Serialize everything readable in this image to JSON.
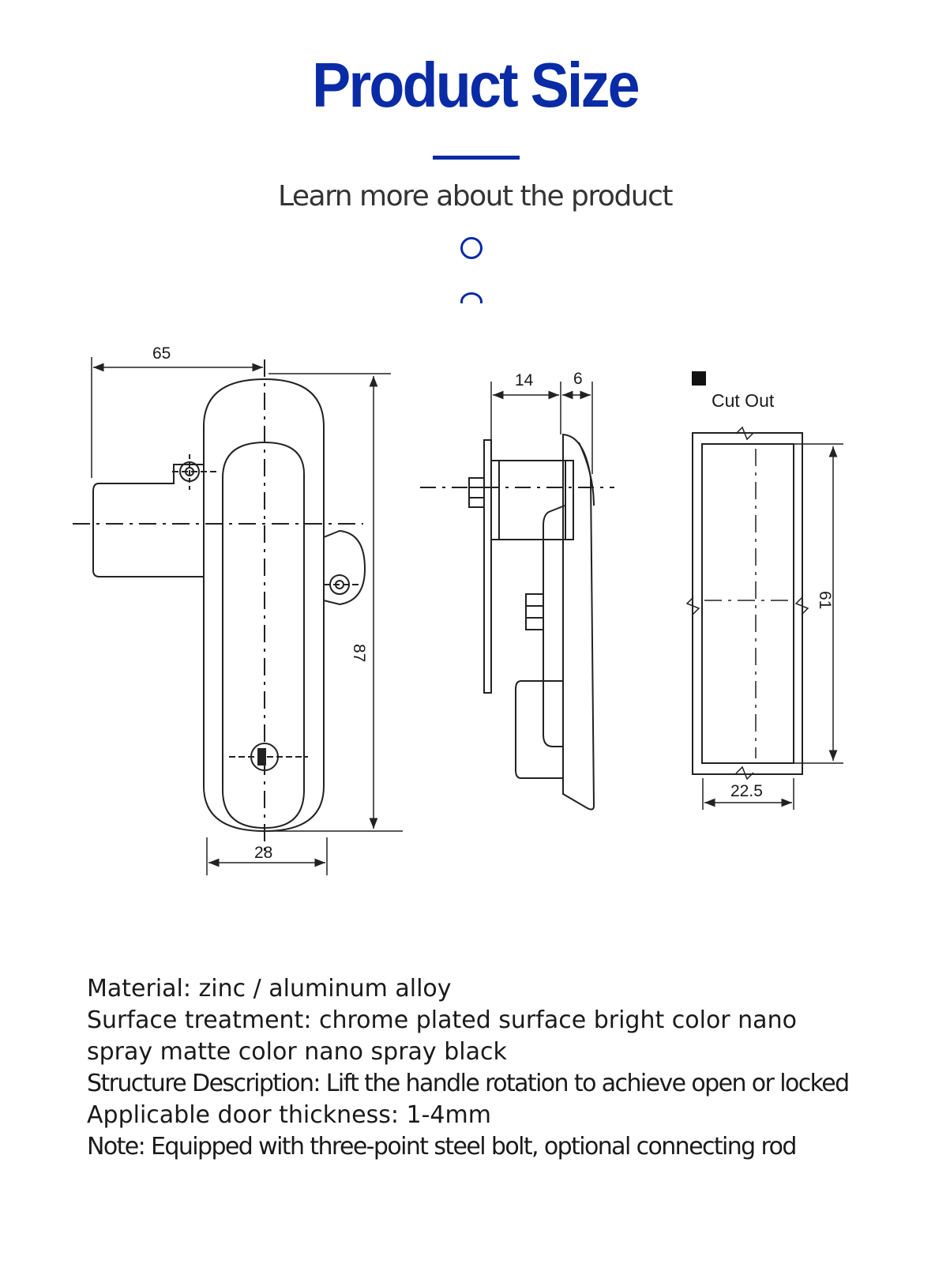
{
  "header": {
    "title": "Product Size",
    "subtitle": "Learn more about the product"
  },
  "colors": {
    "accent": "#0a2ba6",
    "line": "#222222",
    "text": "#1a1a1a",
    "subtitle": "#333333"
  },
  "icons": [
    "circle-icon",
    "circle-icon"
  ],
  "drawing": {
    "front_view": {
      "width_label": "65",
      "height_label": "87",
      "handle_width_label": "28"
    },
    "side_view": {
      "depth_label": "14",
      "thickness_label": "6"
    },
    "cutout_view": {
      "title": "Cut Out",
      "width_label": "22.5",
      "height_label": "61"
    }
  },
  "specs": [
    "Material: zinc / aluminum alloy",
    "Surface treatment: chrome plated surface bright color nano",
    "spray matte color nano spray black",
    "Structure Description: Lift the handle rotation to achieve open or locked",
    "Applicable door thickness: 1-4mm",
    "Note: Equipped with three-point steel bolt, optional connecting rod"
  ]
}
